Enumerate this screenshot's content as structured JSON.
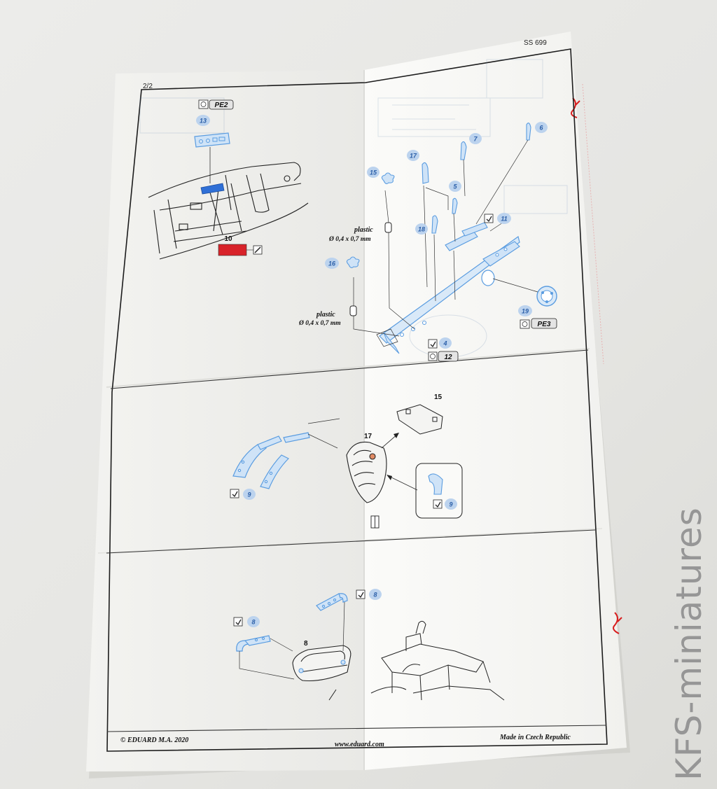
{
  "watermark": "KFS-miniatures",
  "sheet": {
    "page_no": "2/2",
    "sheet_code": "SS 699",
    "footer": {
      "copyright": "© EDUARD  M.A. 2020",
      "website": "www.eduard.com",
      "origin": "Made in Czech Republic"
    }
  },
  "step1": {
    "pe2_tag": "PE2",
    "pe3_tag": "PE3",
    "paint_tag": "12",
    "part_10": "10",
    "callouts": [
      "13",
      "15",
      "17",
      "7",
      "6",
      "5",
      "18",
      "11",
      "16",
      "19",
      "4"
    ],
    "plastic_label": "plastic",
    "rod_size": "Ø 0,4 x 0,7 mm"
  },
  "step2": {
    "part_15": "15",
    "part_17": "17",
    "callouts": [
      "9",
      "9"
    ]
  },
  "step3": {
    "part_8": "8",
    "callouts": [
      "8",
      "8"
    ]
  },
  "colors": {
    "paper": "#f7f7f4",
    "etch_blue": "#5a9ce0",
    "etch_fill": "#cfe3f7",
    "callout_fill": "#bcd3ee",
    "callout_text": "#2b5fa8",
    "red_paint": "#d8232a",
    "margin_mark": "#d81e1e"
  }
}
